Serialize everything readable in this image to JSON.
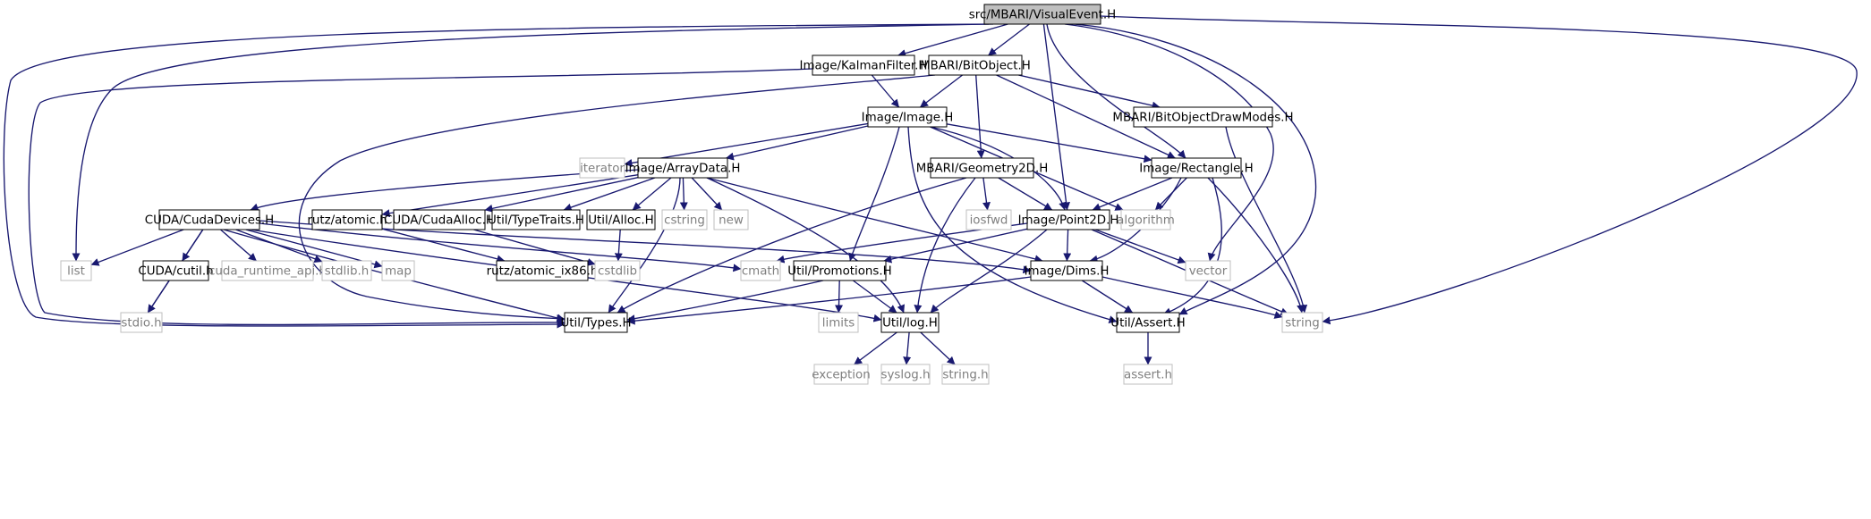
{
  "graph": {
    "nodes": [
      {
        "id": "visualevent",
        "label": "src/MBARI/VisualEvent.H",
        "kind": "root"
      },
      {
        "id": "kalman",
        "label": "Image/KalmanFilter.H",
        "kind": "local"
      },
      {
        "id": "bitobject",
        "label": "MBARI/BitObject.H",
        "kind": "local"
      },
      {
        "id": "bitobjectdraw",
        "label": "MBARI/BitObjectDrawModes.H",
        "kind": "local"
      },
      {
        "id": "image",
        "label": "Image/Image.H",
        "kind": "local"
      },
      {
        "id": "iterator",
        "label": "iterator",
        "kind": "system"
      },
      {
        "id": "arraydata",
        "label": "Image/ArrayData.H",
        "kind": "local"
      },
      {
        "id": "geometry2d",
        "label": "MBARI/Geometry2D.H",
        "kind": "local"
      },
      {
        "id": "rectangle",
        "label": "Image/Rectangle.H",
        "kind": "local"
      },
      {
        "id": "cudadevices",
        "label": "CUDA/CudaDevices.H",
        "kind": "local"
      },
      {
        "id": "rutzatomic",
        "label": "rutz/atomic.h",
        "kind": "local"
      },
      {
        "id": "cudaalloc",
        "label": "CUDA/CudaAlloc.H",
        "kind": "local"
      },
      {
        "id": "typetraits",
        "label": "Util/TypeTraits.H",
        "kind": "local"
      },
      {
        "id": "alloc",
        "label": "Util/Alloc.H",
        "kind": "local"
      },
      {
        "id": "cstring",
        "label": "cstring",
        "kind": "system"
      },
      {
        "id": "new",
        "label": "new",
        "kind": "system"
      },
      {
        "id": "iosfwd",
        "label": "iosfwd",
        "kind": "system"
      },
      {
        "id": "point2d",
        "label": "Image/Point2D.H",
        "kind": "local"
      },
      {
        "id": "algorithm",
        "label": "algorithm",
        "kind": "system"
      },
      {
        "id": "list",
        "label": "list",
        "kind": "system"
      },
      {
        "id": "cutil",
        "label": "CUDA/cutil.h",
        "kind": "local"
      },
      {
        "id": "cudaruntime",
        "label": "cuda_runtime_api.h",
        "kind": "system"
      },
      {
        "id": "stdlib",
        "label": "stdlib.h",
        "kind": "system"
      },
      {
        "id": "map",
        "label": "map",
        "kind": "system"
      },
      {
        "id": "atomicix86",
        "label": "rutz/atomic_ix86.h",
        "kind": "local"
      },
      {
        "id": "cstdlib",
        "label": "cstdlib",
        "kind": "system"
      },
      {
        "id": "cmath",
        "label": "cmath",
        "kind": "system"
      },
      {
        "id": "promotions",
        "label": "Util/Promotions.H",
        "kind": "local"
      },
      {
        "id": "dims",
        "label": "Image/Dims.H",
        "kind": "local"
      },
      {
        "id": "vector",
        "label": "vector",
        "kind": "system"
      },
      {
        "id": "stdio",
        "label": "stdio.h",
        "kind": "system"
      },
      {
        "id": "types",
        "label": "Util/Types.H",
        "kind": "local"
      },
      {
        "id": "limits",
        "label": "limits",
        "kind": "system"
      },
      {
        "id": "log",
        "label": "Util/log.H",
        "kind": "local"
      },
      {
        "id": "assert",
        "label": "Util/Assert.H",
        "kind": "local"
      },
      {
        "id": "string",
        "label": "string",
        "kind": "system"
      },
      {
        "id": "exception",
        "label": "exception",
        "kind": "system"
      },
      {
        "id": "syslog",
        "label": "syslog.h",
        "kind": "system"
      },
      {
        "id": "stringh",
        "label": "string.h",
        "kind": "system"
      },
      {
        "id": "asserth",
        "label": "assert.h",
        "kind": "system"
      }
    ],
    "edges": [
      [
        "visualevent",
        "kalman"
      ],
      [
        "visualevent",
        "bitobject"
      ],
      [
        "visualevent",
        "list"
      ],
      [
        "visualevent",
        "types"
      ],
      [
        "visualevent",
        "point2d"
      ],
      [
        "visualevent",
        "rectangle"
      ],
      [
        "visualevent",
        "vector"
      ],
      [
        "visualevent",
        "assert"
      ],
      [
        "visualevent",
        "string"
      ],
      [
        "kalman",
        "image"
      ],
      [
        "kalman",
        "types"
      ],
      [
        "bitobject",
        "image"
      ],
      [
        "bitobject",
        "geometry2d"
      ],
      [
        "bitobject",
        "rectangle"
      ],
      [
        "bitobject",
        "bitobjectdraw"
      ],
      [
        "bitobject",
        "types"
      ],
      [
        "bitobjectdraw",
        "string"
      ],
      [
        "image",
        "iterator"
      ],
      [
        "image",
        "arraydata"
      ],
      [
        "image",
        "rectangle"
      ],
      [
        "image",
        "point2d"
      ],
      [
        "image",
        "algorithm"
      ],
      [
        "image",
        "promotions"
      ],
      [
        "image",
        "assert"
      ],
      [
        "arraydata",
        "cudadevices"
      ],
      [
        "arraydata",
        "rutzatomic"
      ],
      [
        "arraydata",
        "cudaalloc"
      ],
      [
        "arraydata",
        "typetraits"
      ],
      [
        "arraydata",
        "alloc"
      ],
      [
        "arraydata",
        "cstring"
      ],
      [
        "arraydata",
        "new"
      ],
      [
        "arraydata",
        "dims"
      ],
      [
        "arraydata",
        "log"
      ],
      [
        "arraydata",
        "types"
      ],
      [
        "geometry2d",
        "iosfwd"
      ],
      [
        "geometry2d",
        "point2d"
      ],
      [
        "geometry2d",
        "types"
      ],
      [
        "geometry2d",
        "log"
      ],
      [
        "rectangle",
        "point2d"
      ],
      [
        "rectangle",
        "algorithm"
      ],
      [
        "rectangle",
        "dims"
      ],
      [
        "rectangle",
        "assert"
      ],
      [
        "rectangle",
        "string"
      ],
      [
        "cudadevices",
        "list"
      ],
      [
        "cudadevices",
        "cutil"
      ],
      [
        "cudadevices",
        "cudaruntime"
      ],
      [
        "cudadevices",
        "stdlib"
      ],
      [
        "cudadevices",
        "map"
      ],
      [
        "cudadevices",
        "stdio"
      ],
      [
        "cudadevices",
        "types"
      ],
      [
        "cudadevices",
        "log"
      ],
      [
        "cudadevices",
        "cmath"
      ],
      [
        "cudadevices",
        "dims"
      ],
      [
        "rutzatomic",
        "atomicix86"
      ],
      [
        "cudaalloc",
        "cstdlib"
      ],
      [
        "alloc",
        "cstdlib"
      ],
      [
        "cutil",
        "stdio"
      ],
      [
        "point2d",
        "cmath"
      ],
      [
        "point2d",
        "promotions"
      ],
      [
        "point2d",
        "dims"
      ],
      [
        "point2d",
        "vector"
      ],
      [
        "point2d",
        "log"
      ],
      [
        "point2d",
        "string"
      ],
      [
        "promotions",
        "limits"
      ],
      [
        "promotions",
        "types"
      ],
      [
        "promotions",
        "log"
      ],
      [
        "dims",
        "types"
      ],
      [
        "dims",
        "assert"
      ],
      [
        "dims",
        "string"
      ],
      [
        "log",
        "exception"
      ],
      [
        "log",
        "syslog"
      ],
      [
        "log",
        "stringh"
      ],
      [
        "assert",
        "asserth"
      ]
    ]
  },
  "colors": {
    "edge": "#191970",
    "root_fill": "#bfbfbf",
    "local_border": "#000000",
    "system_border": "#bfbfbf",
    "system_text": "#7f7f7f"
  }
}
